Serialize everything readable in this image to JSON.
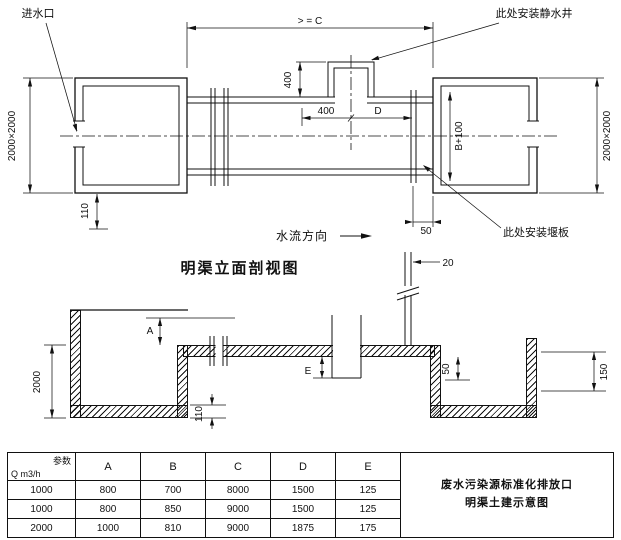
{
  "plan": {
    "inlet_label": "进水口",
    "dim_c": "> = C",
    "stilling_well_label": "此处安装静水井",
    "dim_400_vertical": "400",
    "dim_400_horizontal": "400",
    "dim_d": "D",
    "dim_left_box": "2000×2000",
    "dim_right_box": "2000×2000",
    "dim_b_plus": "B+100",
    "dim_110": "110",
    "dim_50": "50",
    "weir_label": "此处安装堰板",
    "flow_label": "水流方向"
  },
  "elevation": {
    "title": "明渠立面剖视图",
    "dim_20": "20",
    "dim_a": "A",
    "dim_2000": "2000",
    "dim_50": "50",
    "dim_150": "150",
    "dim_e": "E",
    "dim_110": "110"
  },
  "table": {
    "header_param": "参数",
    "header_q": "Q m3/h",
    "columns": [
      "A",
      "B",
      "C",
      "D",
      "E"
    ],
    "rows": [
      {
        "q": "1000",
        "a": "800",
        "b": "700",
        "c": "8000",
        "d": "1500",
        "e": "125"
      },
      {
        "q": "1000",
        "a": "800",
        "b": "850",
        "c": "9000",
        "d": "1500",
        "e": "125"
      },
      {
        "q": "2000",
        "a": "1000",
        "b": "810",
        "c": "9000",
        "d": "1875",
        "e": "175"
      }
    ],
    "title_line1": "废水污染源标准化排放口",
    "title_line2": "明渠土建示意图"
  }
}
